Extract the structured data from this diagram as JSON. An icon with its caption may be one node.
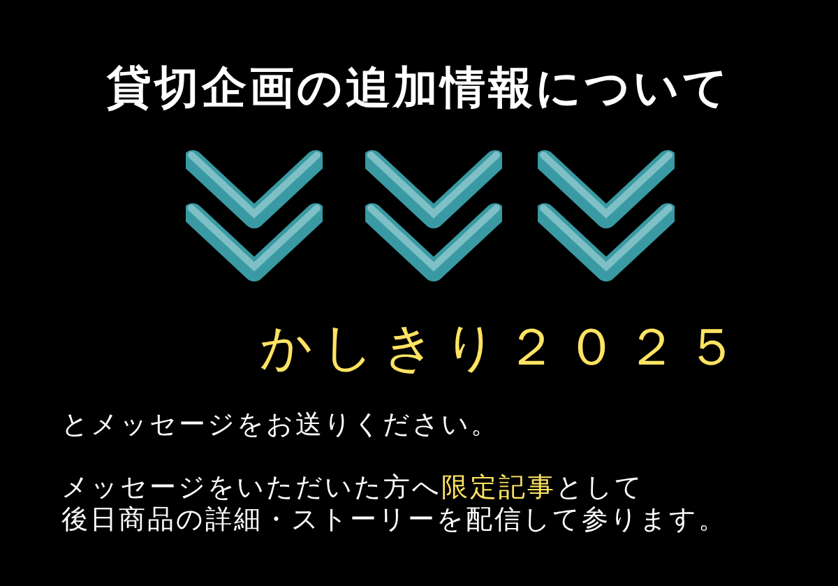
{
  "diagram": {
    "title": "貸切企画の追加情報について",
    "labels": [
      "かしきり２０２５",
      "とメッセージをお送りください。",
      "メッセージをいただいた方へ**限定記事**として",
      "後日商品の詳細・ストーリーを配信して参ります。"
    ]
  }
}
